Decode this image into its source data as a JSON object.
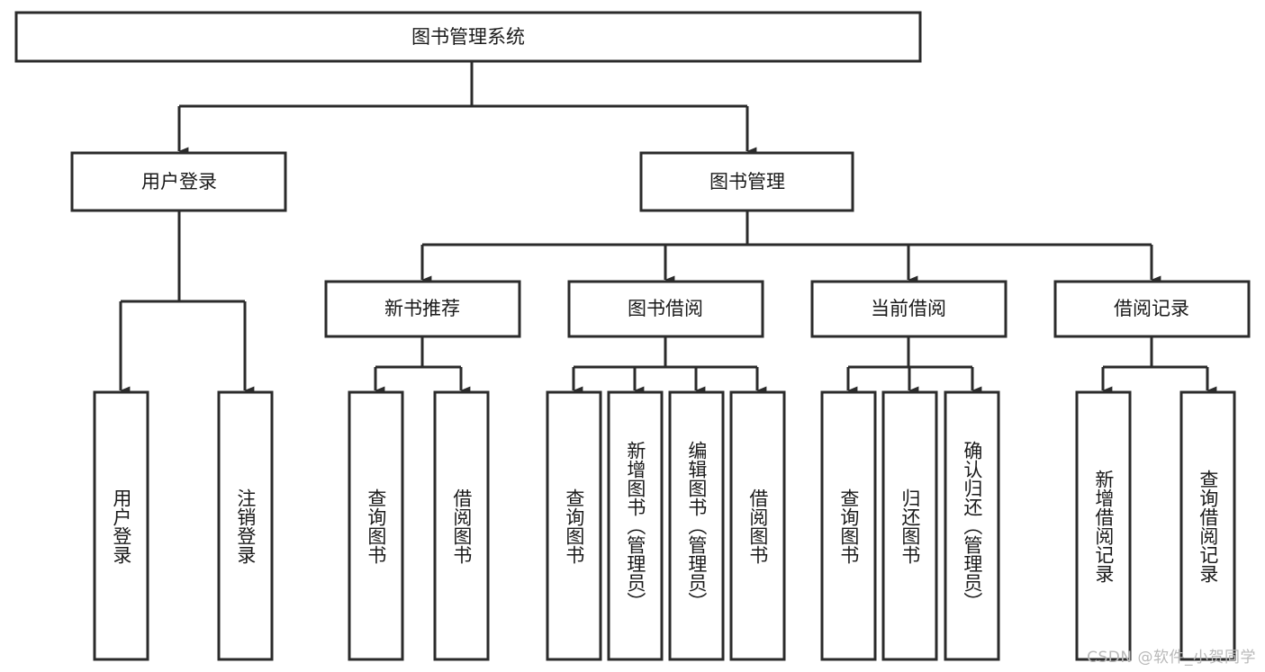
{
  "diagram": {
    "title": "图书管理系统",
    "type": "tree",
    "root": {
      "label": "图书管理系统"
    },
    "level2": [
      {
        "label": "用户登录"
      },
      {
        "label": "图书管理"
      }
    ],
    "level3": [
      {
        "label": "新书推荐"
      },
      {
        "label": "图书借阅"
      },
      {
        "label": "当前借阅"
      },
      {
        "label": "借阅记录"
      }
    ],
    "leaves": [
      {
        "label": "用户登录",
        "parent": "用户登录"
      },
      {
        "label": "注销登录",
        "parent": "用户登录"
      },
      {
        "label": "查询图书",
        "parent": "新书推荐"
      },
      {
        "label": "借阅图书",
        "parent": "新书推荐"
      },
      {
        "label": "查询图书",
        "parent": "图书借阅"
      },
      {
        "label": "新增图书（管理员）",
        "parent": "图书借阅"
      },
      {
        "label": "编辑图书（管理员）",
        "parent": "图书借阅"
      },
      {
        "label": "借阅图书",
        "parent": "图书借阅"
      },
      {
        "label": "查询图书",
        "parent": "当前借阅"
      },
      {
        "label": "归还图书",
        "parent": "当前借阅"
      },
      {
        "label": "确认归还（管理员）",
        "parent": "当前借阅"
      },
      {
        "label": "新增借阅记录",
        "parent": "借阅记录"
      },
      {
        "label": "查询借阅记录",
        "parent": "借阅记录"
      }
    ],
    "watermark": "CSDN @软件_小贺同学",
    "colors": {
      "stroke": "#2b2b2b",
      "fill": "#ffffff",
      "text": "#1a1a1a",
      "watermark": "#b9b9b9",
      "background": "#ffffff"
    }
  }
}
